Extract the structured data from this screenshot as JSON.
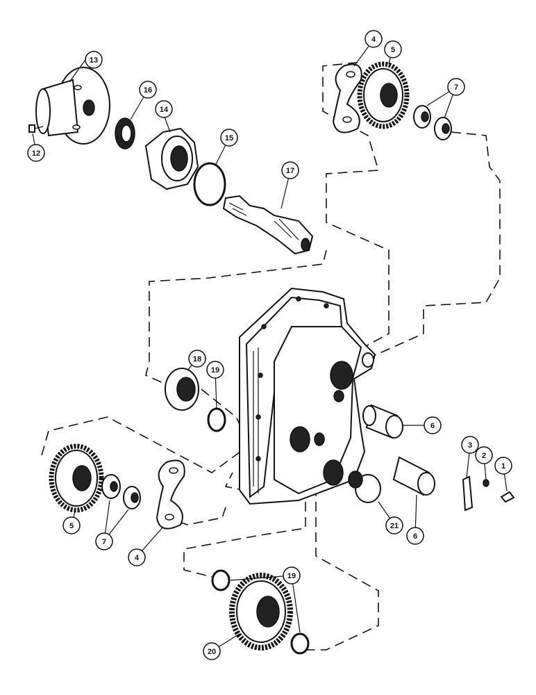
{
  "callouts": [
    {
      "id": "c13",
      "label": "13"
    },
    {
      "id": "c12",
      "label": "12"
    },
    {
      "id": "c16",
      "label": "16"
    },
    {
      "id": "c14",
      "label": "14"
    },
    {
      "id": "c15",
      "label": "15"
    },
    {
      "id": "c17",
      "label": "17"
    },
    {
      "id": "c4a",
      "label": "4"
    },
    {
      "id": "c5a",
      "label": "5"
    },
    {
      "id": "c7a",
      "label": "7"
    },
    {
      "id": "c18",
      "label": "18"
    },
    {
      "id": "c19a",
      "label": "19"
    },
    {
      "id": "c6a",
      "label": "6"
    },
    {
      "id": "c3",
      "label": "3"
    },
    {
      "id": "c2",
      "label": "2"
    },
    {
      "id": "c1",
      "label": "1"
    },
    {
      "id": "c5b",
      "label": "5"
    },
    {
      "id": "c7b",
      "label": "7"
    },
    {
      "id": "c4b",
      "label": "4"
    },
    {
      "id": "c21",
      "label": "21"
    },
    {
      "id": "c6b",
      "label": "6"
    },
    {
      "id": "c19b",
      "label": "19"
    },
    {
      "id": "c20",
      "label": "20"
    }
  ]
}
